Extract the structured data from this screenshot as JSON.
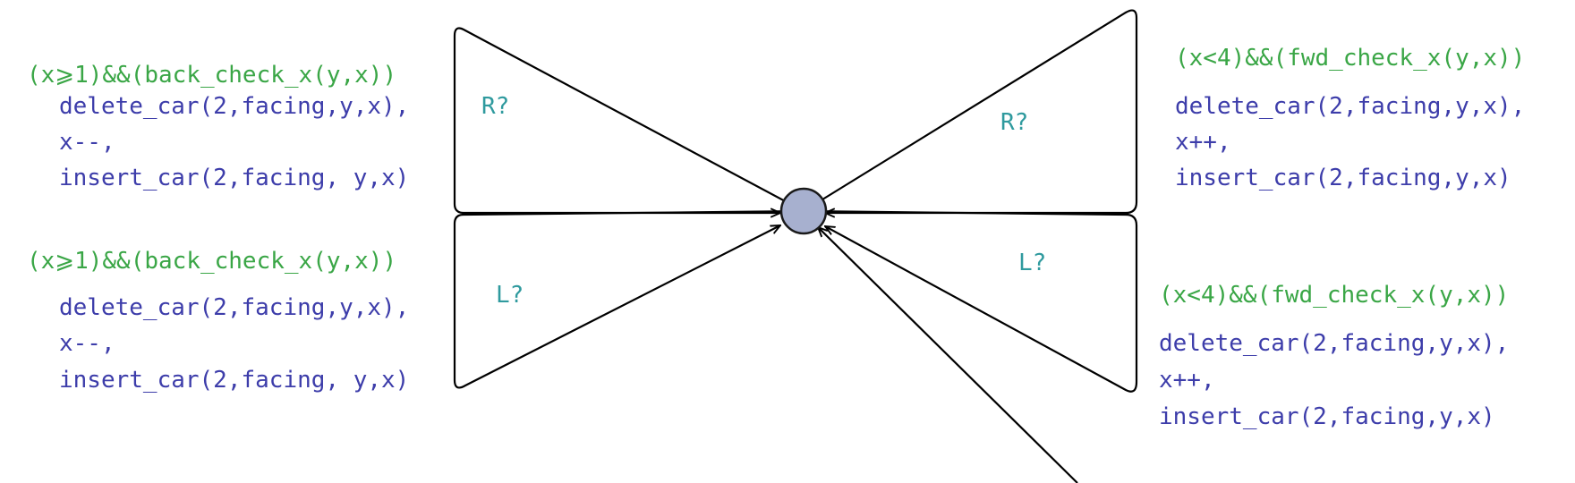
{
  "colors": {
    "guard": "#3aa646",
    "update": "#3d3daa",
    "sync": "#2f9a9e",
    "line": "#000000",
    "node_fill": "#a7b0cf",
    "node_stroke": "#1a1a1a"
  },
  "edges": {
    "top_left": {
      "guard": "(x⩾1)&&(back_check_x(y,x))",
      "sync": "R?",
      "updates": [
        "delete_car(2,facing,y,x),",
        "x--,",
        "insert_car(2,facing, y,x)"
      ]
    },
    "bottom_left": {
      "guard": "(x⩾1)&&(back_check_x(y,x))",
      "sync": "L?",
      "updates": [
        "delete_car(2,facing,y,x),",
        "x--,",
        "insert_car(2,facing, y,x)"
      ]
    },
    "top_right": {
      "guard": "(x<4)&&(fwd_check_x(y,x))",
      "sync": "R?",
      "updates": [
        "delete_car(2,facing,y,x),",
        "x++,",
        "insert_car(2,facing,y,x)"
      ]
    },
    "bottom_right": {
      "guard": "(x<4)&&(fwd_check_x(y,x))",
      "sync": "L?",
      "updates": [
        "delete_car(2,facing,y,x),",
        "x++,",
        "insert_car(2,facing,y,x)"
      ]
    }
  }
}
